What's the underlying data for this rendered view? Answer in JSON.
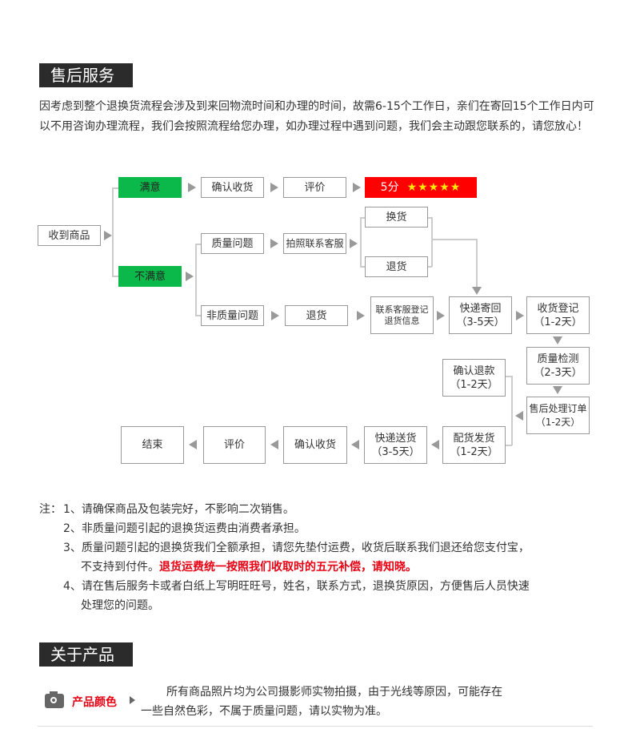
{
  "section1": {
    "title": "售后服务",
    "intro": "因考虑到整个退换货流程会涉及到来回物流时间和办理的时间，故需6-15个工作日，亲们在寄回15个工作日内可以不用咨询办理流程，我们会按照流程给您办理，如办理过程中遇到问题，我们会主动跟您联系的，请您放心！"
  },
  "flow": {
    "received": "收到商品",
    "satisfied": "满意",
    "confirm1": "确认收货",
    "review1": "评价",
    "score": "5分",
    "stars": "★★★★★",
    "unsatisfied": "不满意",
    "quality": "质量问题",
    "photo": "拍照联系客服",
    "exchange": "换货",
    "return1": "退货",
    "nonquality": "非质量问题",
    "return2": "退货",
    "contact": [
      "联系客服登记",
      "退货信息"
    ],
    "shipback": [
      "快递寄回",
      "（3-5天）"
    ],
    "register": [
      "收货登记",
      "（1-2天）"
    ],
    "inspect": [
      "质量检测",
      "（2-3天）"
    ],
    "process": [
      "售后处理订单",
      "（1-2天）"
    ],
    "refund": [
      "确认退款",
      "（1-2天）"
    ],
    "dispatch": [
      "配货发货",
      "（1-2天）"
    ],
    "deliver": [
      "快递送货",
      "（3-5天）"
    ],
    "confirm2": "确认收货",
    "review2": "评价",
    "end": "结束"
  },
  "notes": {
    "prefix": "注：",
    "items": [
      "1、请确保商品及包装完好，不影响二次销售。",
      "2、非质量问题引起的退换货运费由消费者承担。",
      "3、质量问题引起的退换货我们全额承担，请您先垫付运费，收货后联系我们退还给您支付宝，",
      "4、请在售后服务卡或者白纸上写明旺旺号，姓名，联系方式，退换货原因，方便售后人员快速"
    ],
    "item3_cont": "不支持到付件。",
    "item3_red": "退货运费统一按照我们收取时的五元补偿，请知晓。",
    "item4_cont": "处理您的问题。"
  },
  "section2": {
    "title": "关于产品",
    "label": "产品颜色",
    "line1": "所有商品照片均为公司摄影师实物拍摄，由于光线等原因，可能存在",
    "line2": "一些自然色彩，不属于质量问题，请以实物为准。"
  }
}
